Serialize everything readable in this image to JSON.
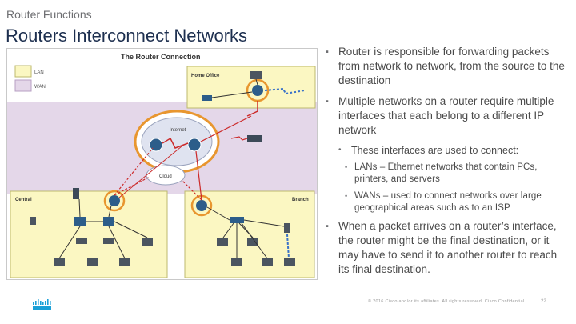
{
  "header": {
    "kicker": "Router Functions",
    "title": "Routers Interconnect Networks"
  },
  "diagram": {
    "title": "The Router Connection",
    "legend": {
      "lan": "LAN",
      "wan": "WAN"
    },
    "areas": {
      "home_office": "Home Office",
      "internet": "Internet",
      "cloud": "Cloud",
      "central": "Central",
      "branch": "Branch"
    },
    "colors": {
      "lan": "#fbf7c2",
      "wan": "#e4d7e9",
      "internet": "#dfe3f0",
      "highlight": "#e8962f",
      "serial": "#cc2a2a",
      "wireless": "#3a72c8"
    }
  },
  "bullets": {
    "b1": "Router is responsible for forwarding packets from network to network, from the source to the destination",
    "b2": "Multiple networks on a router require multiple interfaces that each belong to a different IP network",
    "sub_intro": "These interfaces are used to connect:",
    "sub_lan": "LANs – Ethernet networks that contain PCs, printers, and servers",
    "sub_wan": "WANs – used to connect networks over large geographical areas such as to an ISP",
    "b3": "When a packet arrives on a router’s interface, the router might be the final destination, or it may have to send it to another router to reach its final destination."
  },
  "footer": {
    "copyright": "© 2016 Cisco and/or its affiliates. All rights reserved. Cisco Confidential",
    "page": "22"
  },
  "brand": {
    "logo": "cisco-logo-icon",
    "color": "#1ba0d7"
  }
}
